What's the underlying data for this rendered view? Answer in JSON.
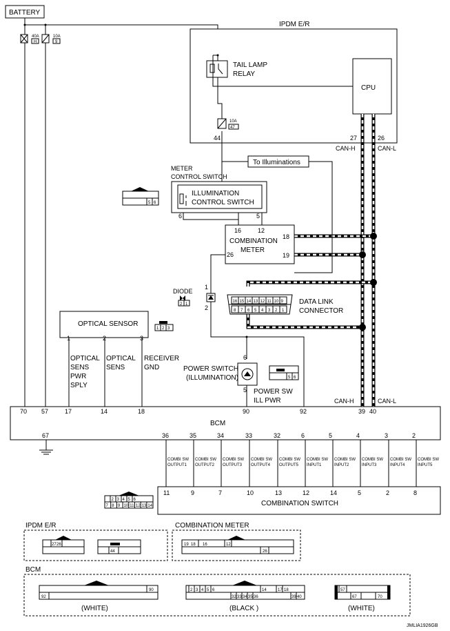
{
  "labels": {
    "battery": "BATTERY",
    "fuse_40a": "40A",
    "fuse_40a_id": "H",
    "fuse_10a": "10A",
    "fuse_10a_id": "9",
    "ipdm": "IPDM E/R",
    "tail_lamp_relay_1": "TAIL LAMP",
    "tail_lamp_relay_2": "RELAY",
    "cpu": "CPU",
    "ipdm_fuse": "10A",
    "ipdm_fuse_id": "47",
    "can_h": "CAN-H",
    "can_l": "CAN-L",
    "to_illuminations": "To Illuminations",
    "meter_control_switch_1": "METER",
    "meter_control_switch_2": "CONTROL SWITCH",
    "illum_switch_1": "ILLUMINATION",
    "illum_switch_2": "CONTROL SWITCH",
    "combination_meter_1": "COMBINATION",
    "combination_meter_2": "METER",
    "diode": "DIODE",
    "data_link_1": "DATA LINK",
    "data_link_2": "CONNECTOR",
    "optical_sensor": "OPTICAL SENSOR",
    "optical_sens_pwr_1": "OPTICAL",
    "optical_sens_pwr_2": "SENS",
    "optical_sens_pwr_3": "PWR",
    "optical_sens_pwr_4": "SPLY",
    "optical_sens_1": "OPTICAL",
    "optical_sens_2": "SENS",
    "receiver_gnd_1": "RECEIVER",
    "receiver_gnd_2": "GND",
    "power_switch_1": "POWER SWITCH",
    "power_switch_2": "(ILLUMINATION)",
    "power_sw_ill_1": "POWER SW",
    "power_sw_ill_2": "ILL PWR",
    "bcm": "BCM",
    "combination_switch": "COMBINATION SWITCH",
    "conn_ipdm": "IPDM E/R",
    "conn_meter": "COMBINATION METER",
    "conn_bcm": "BCM",
    "white_1": "(WHITE)",
    "black": "(BLACK )",
    "white_2": "(WHITE)",
    "diagram_id": "JMLIA1926GB"
  },
  "pins": {
    "ipdm_27": "27",
    "ipdm_26": "26",
    "ipdm_44": "44",
    "msw_6": "6",
    "msw_5": "5",
    "meter_16": "16",
    "meter_12": "12",
    "meter_18": "18",
    "meter_19": "19",
    "meter_26": "26",
    "diode_1": "1",
    "diode_2": "2",
    "os_1": "1",
    "os_2": "2",
    "os_3": "3",
    "ps_6": "6",
    "ps_5": "5",
    "bcm_70": "70",
    "bcm_57": "57",
    "bcm_17": "17",
    "bcm_14": "14",
    "bcm_18": "18",
    "bcm_90": "90",
    "bcm_92": "92",
    "bcm_39": "39",
    "bcm_40": "40",
    "bcm_67": "67"
  },
  "bcm_bottom_pins": [
    "36",
    "35",
    "34",
    "33",
    "32",
    "6",
    "5",
    "4",
    "3",
    "2"
  ],
  "combi_signals": [
    [
      "COMBI SW",
      "OUTPUT1"
    ],
    [
      "COMBI SW",
      "OUTPUT2"
    ],
    [
      "COMBI SW",
      "OUTPUT3"
    ],
    [
      "COMBI SW",
      "OUTPUT4"
    ],
    [
      "COMBI SW",
      "OUTPUT5"
    ],
    [
      "COMBI SW",
      "INPUT1"
    ],
    [
      "COMBI SW",
      "INPUT2"
    ],
    [
      "COMBI SW",
      "INPUT3"
    ],
    [
      "COMBI SW",
      "INPUT4"
    ],
    [
      "COMBI SW",
      "INPUT5"
    ]
  ],
  "combi_pins": [
    "11",
    "9",
    "7",
    "10",
    "13",
    "12",
    "14",
    "5",
    "2",
    "8"
  ],
  "dlc_top": [
    "16",
    "15",
    "14",
    "13",
    "12",
    "11",
    "10",
    "9"
  ],
  "dlc_bottom": [
    "8",
    "7",
    "6",
    "5",
    "4",
    "3",
    "2",
    "1"
  ],
  "conn_cells": {
    "msw": [
      "5",
      "6"
    ],
    "diode": [
      "2",
      "1"
    ],
    "optical": [
      "1",
      "2",
      "3"
    ],
    "power_sw": [
      "5",
      "6"
    ],
    "combi_top": [
      "2",
      "3",
      "4",
      "5",
      "6"
    ],
    "combi_bottom": [
      "7",
      "8",
      "9",
      "10",
      "11",
      "12",
      "13",
      "14"
    ],
    "ipdm_a": [
      "27",
      "26"
    ],
    "ipdm_b": "44",
    "meter_top": [
      "19",
      "18",
      "16",
      "12"
    ],
    "meter_bottom": "26",
    "bcm_white_a": [
      "92",
      "90"
    ],
    "bcm_black_top": [
      "2",
      "3",
      "4",
      "5",
      "6",
      "14",
      "17",
      "18"
    ],
    "bcm_black_bottom": [
      "32",
      "33",
      "34",
      "35",
      "36",
      "39",
      "40"
    ],
    "bcm_white_b": [
      "57",
      "67",
      "70"
    ]
  }
}
